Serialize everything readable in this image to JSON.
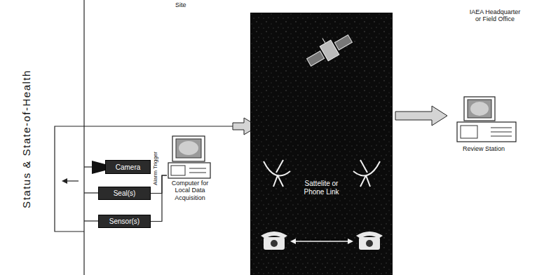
{
  "diagram": {
    "nodes": [
      {
        "text": [
          "Camera"
        ]
      },
      {
        "text": [
          "Seal(s)"
        ]
      },
      {
        "text": [
          "Sensor(s)"
        ]
      },
      {
        "text": [
          "Computer for Local Data Acquisition"
        ]
      },
      {
        "text": [
          "Sattelite or Phone Link"
        ]
      },
      {
        "text": [
          "Review Station"
        ]
      }
    ],
    "edges": [
      {
        "from": 1,
        "to": 3,
        "arrow": "none"
      },
      {
        "from": 2,
        "to": 3,
        "arrow": "none"
      },
      {
        "from": 4,
        "to": 5,
        "arrow": "to"
      }
    ],
    "labels": [
      "Site",
      "IAEA Headquarter or Field Office",
      "Status & State-of-Health",
      "Alarm Trigger"
    ]
  }
}
